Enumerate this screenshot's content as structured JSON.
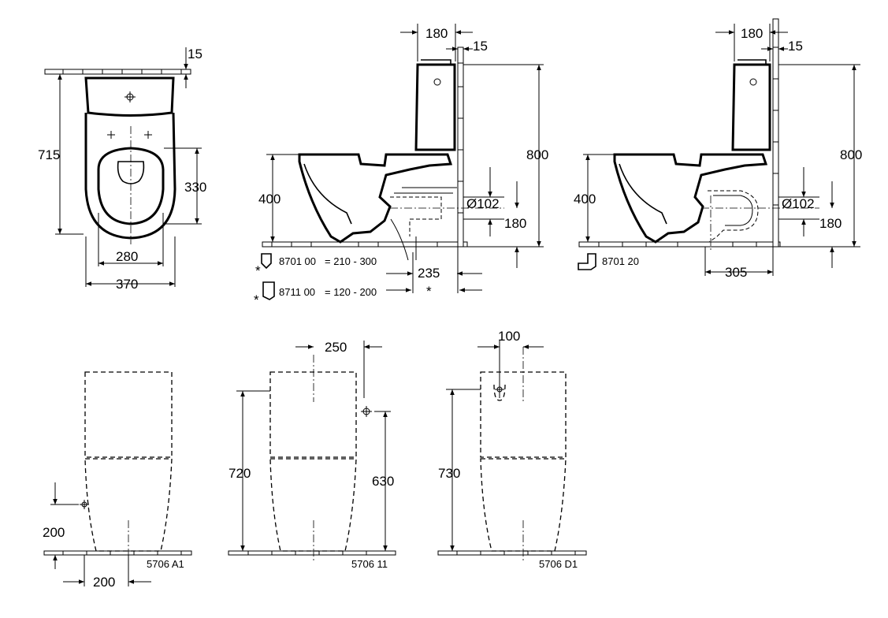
{
  "plan": {
    "dim_wall_gap": "15",
    "dim_length": "715",
    "dim_seat_length": "330",
    "dim_width_280": "280",
    "dim_width_370": "370"
  },
  "side_left": {
    "dim_cistern_180": "180",
    "dim_wall_15": "15",
    "dim_height_400": "400",
    "dim_total_800": "800",
    "dim_outlet_dia": "Ø102",
    "dim_outlet_180": "180",
    "dim_235": "235",
    "accessory_1": "8701 00",
    "accessory_1_range": "= 210 - 300",
    "accessory_2": "8711 00",
    "accessory_2_range": "= 120 - 200",
    "asterisk": "*"
  },
  "side_right": {
    "dim_cistern_180": "180",
    "dim_wall_15": "15",
    "dim_height_400": "400",
    "dim_total_800": "800",
    "dim_outlet_dia": "Ø102",
    "dim_outlet_180": "180",
    "dim_305": "305",
    "accessory": "8701 20"
  },
  "cistern_a1": {
    "dim_200_height": "200",
    "dim_200_offset": "200",
    "model": "5706 A1"
  },
  "cistern_11": {
    "dim_250": "250",
    "dim_720": "720",
    "dim_630": "630",
    "model": "5706 11"
  },
  "cistern_d1": {
    "dim_100": "100",
    "dim_730": "730",
    "model": "5706 D1"
  }
}
